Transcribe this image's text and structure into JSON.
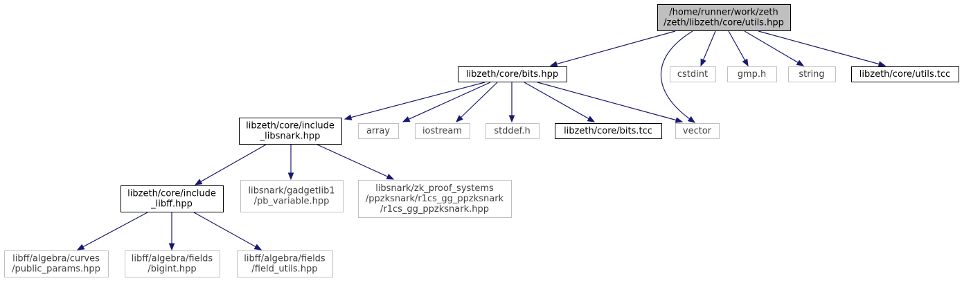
{
  "graph": {
    "edge_color": "#191970",
    "root_fill": "#bfbfbf",
    "external_border": "#bfbfbf",
    "nodes": [
      {
        "id": "utils_hpp",
        "kind": "root",
        "lines": [
          "/home/runner/work/zeth",
          "/zeth/libzeth/core/utils.hpp"
        ]
      },
      {
        "id": "bits_hpp",
        "kind": "doc",
        "lines": [
          "libzeth/core/bits.hpp"
        ]
      },
      {
        "id": "cstdint",
        "kind": "ext",
        "lines": [
          "cstdint"
        ]
      },
      {
        "id": "gmp_h",
        "kind": "ext",
        "lines": [
          "gmp.h"
        ]
      },
      {
        "id": "string",
        "kind": "ext",
        "lines": [
          "string"
        ]
      },
      {
        "id": "utils_tcc",
        "kind": "doc",
        "lines": [
          "libzeth/core/utils.tcc"
        ]
      },
      {
        "id": "include_libsnark",
        "kind": "doc",
        "lines": [
          "libzeth/core/include",
          "_libsnark.hpp"
        ]
      },
      {
        "id": "array",
        "kind": "ext",
        "lines": [
          "array"
        ]
      },
      {
        "id": "iostream",
        "kind": "ext",
        "lines": [
          "iostream"
        ]
      },
      {
        "id": "stddef_h",
        "kind": "ext",
        "lines": [
          "stddef.h"
        ]
      },
      {
        "id": "bits_tcc",
        "kind": "doc",
        "lines": [
          "libzeth/core/bits.tcc"
        ]
      },
      {
        "id": "vector",
        "kind": "ext",
        "lines": [
          "vector"
        ]
      },
      {
        "id": "include_libff",
        "kind": "doc",
        "lines": [
          "libzeth/core/include",
          "_libff.hpp"
        ]
      },
      {
        "id": "pb_variable",
        "kind": "ext",
        "lines": [
          "libsnark/gadgetlib1",
          "/pb_variable.hpp"
        ]
      },
      {
        "id": "r1cs_gg_ppzksnark",
        "kind": "ext",
        "lines": [
          "libsnark/zk_proof_systems",
          "/ppzksnark/r1cs_gg_ppzksnark",
          "/r1cs_gg_ppzksnark.hpp"
        ]
      },
      {
        "id": "public_params",
        "kind": "ext",
        "lines": [
          "libff/algebra/curves",
          "/public_params.hpp"
        ]
      },
      {
        "id": "bigint",
        "kind": "ext",
        "lines": [
          "libff/algebra/fields",
          "/bigint.hpp"
        ]
      },
      {
        "id": "field_utils",
        "kind": "ext",
        "lines": [
          "libff/algebra/fields",
          "/field_utils.hpp"
        ]
      }
    ],
    "edges": [
      {
        "from": "utils_hpp",
        "to": "bits_hpp"
      },
      {
        "from": "utils_hpp",
        "to": "vector"
      },
      {
        "from": "utils_hpp",
        "to": "cstdint"
      },
      {
        "from": "utils_hpp",
        "to": "gmp_h"
      },
      {
        "from": "utils_hpp",
        "to": "string"
      },
      {
        "from": "utils_hpp",
        "to": "utils_tcc"
      },
      {
        "from": "bits_hpp",
        "to": "include_libsnark"
      },
      {
        "from": "bits_hpp",
        "to": "array"
      },
      {
        "from": "bits_hpp",
        "to": "iostream"
      },
      {
        "from": "bits_hpp",
        "to": "stddef_h"
      },
      {
        "from": "bits_hpp",
        "to": "bits_tcc"
      },
      {
        "from": "bits_hpp",
        "to": "vector"
      },
      {
        "from": "include_libsnark",
        "to": "include_libff"
      },
      {
        "from": "include_libsnark",
        "to": "pb_variable"
      },
      {
        "from": "include_libsnark",
        "to": "r1cs_gg_ppzksnark"
      },
      {
        "from": "include_libff",
        "to": "public_params"
      },
      {
        "from": "include_libff",
        "to": "bigint"
      },
      {
        "from": "include_libff",
        "to": "field_utils"
      }
    ]
  }
}
